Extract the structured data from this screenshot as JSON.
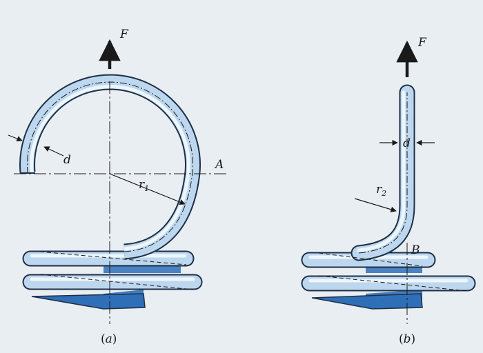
{
  "figure": {
    "panel_a": {
      "force_label": "F",
      "wire_diameter_label": "d",
      "radius_label": "r",
      "radius_subscript": "1",
      "section_label": "A",
      "caption_open": "(",
      "caption_letter": "a",
      "caption_close": ")"
    },
    "panel_b": {
      "force_label": "F",
      "wire_diameter_label": "d",
      "radius_label": "r",
      "radius_subscript": "2",
      "section_label": "B",
      "caption_open": "(",
      "caption_letter": "b",
      "caption_close": ")"
    },
    "colors": {
      "background": "#e9eef3",
      "wire_outline": "#1f2f46",
      "wire_fill": "#bcd7ee",
      "wire_highlight": "#eef6fd",
      "coil_shadow": "#2f6fb8",
      "centerline": "#1a1a1a"
    }
  }
}
